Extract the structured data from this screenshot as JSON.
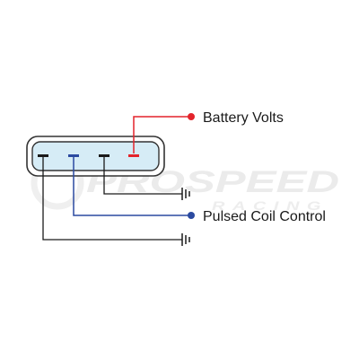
{
  "labels": {
    "battery": "Battery Volts",
    "pulsed": "Pulsed Coil Control"
  },
  "watermark": {
    "brand": "PROSPEED",
    "sub": "RACING"
  },
  "colors": {
    "background": "#ffffff",
    "wire": "#1a1a1a",
    "battery_wire": "#e3242b",
    "pulsed_wire": "#2b4aa0",
    "connector_fill": "#d6ecf6",
    "connector_stroke": "#333333",
    "watermark": "#e9e9e9"
  },
  "icons": {
    "ground_symbols": [
      "ground-icon",
      "ground-icon"
    ],
    "terminals": [
      "black-pin",
      "blue-pin",
      "black-pin",
      "red-pin"
    ]
  }
}
